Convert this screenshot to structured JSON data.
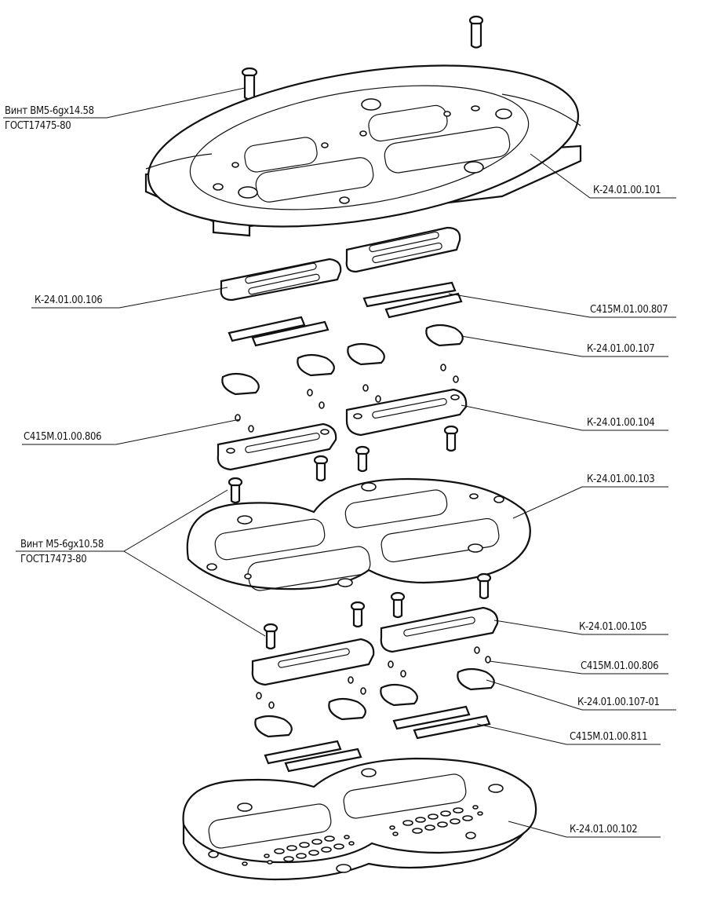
{
  "labels": {
    "screw_top_1": "Винт ВМ5-6gx14.58",
    "screw_top_2": "ГОСТ17475-80",
    "screw_mid_1": "Винт М5-6gx10.58",
    "screw_mid_2": "ГОСТ17473-80",
    "p101": "К-24.01.00.101",
    "p106": "К-24.01.00.106",
    "p807": "С415М.01.00.807",
    "p107": "К-24.01.00.107",
    "p806a": "С415М.01.00.806",
    "p104": "К-24.01.00.104",
    "p103": "К-24.01.00.103",
    "p105": "К-24.01.00.105",
    "p806b": "С415М.01.00.806",
    "p10701": "К-24.01.00.107-01",
    "p811": "С415М.01.00.811",
    "p102": "К-24.01.00.102"
  }
}
